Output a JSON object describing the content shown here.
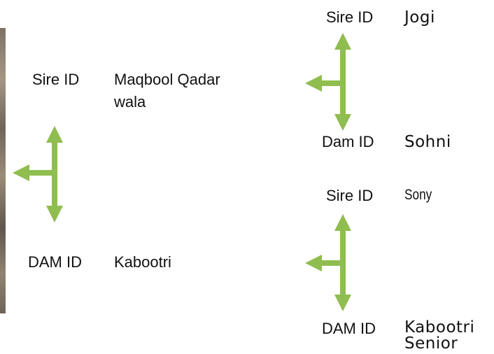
{
  "diagram": {
    "arrow_color": "#8fbd4f",
    "parent": {
      "sire_label": "Sire ID",
      "sire_name_line1": "Maqbool Qadar",
      "sire_name_line2": "wala",
      "dam_label": "DAM ID",
      "dam_name": "Kabootri"
    },
    "sire_parents": {
      "sire_label": "Sire ID",
      "sire_name": "Jogi",
      "dam_label": "Dam ID",
      "dam_name": "Sohni"
    },
    "dam_parents": {
      "sire_label": "Sire ID",
      "sire_name": "Sony",
      "dam_label": "DAM ID",
      "dam_name_line1": "Kabootri",
      "dam_name_line2": "Senior"
    }
  }
}
